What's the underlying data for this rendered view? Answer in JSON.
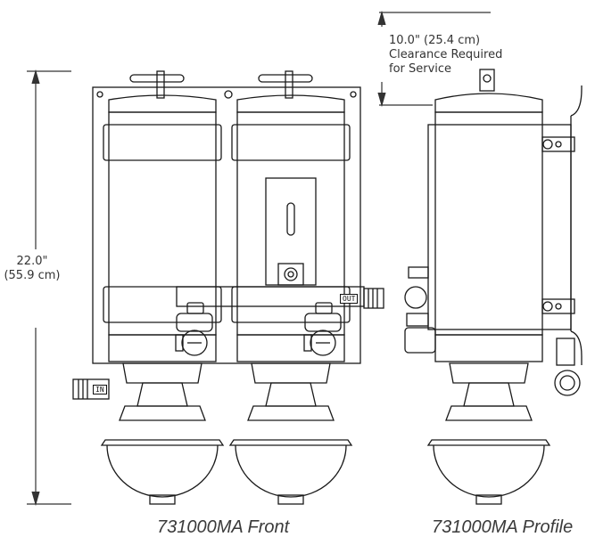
{
  "clearance": {
    "line1": "10.0\" (25.4 cm)",
    "line2": "Clearance Required",
    "line3": "for Service"
  },
  "height": {
    "line1": "22.0\"",
    "line2": "(55.9 cm)"
  },
  "ports": {
    "out": "OUT",
    "in": "IN"
  },
  "captions": {
    "front": "731000MA  Front",
    "profile": "731000MA  Profile"
  }
}
